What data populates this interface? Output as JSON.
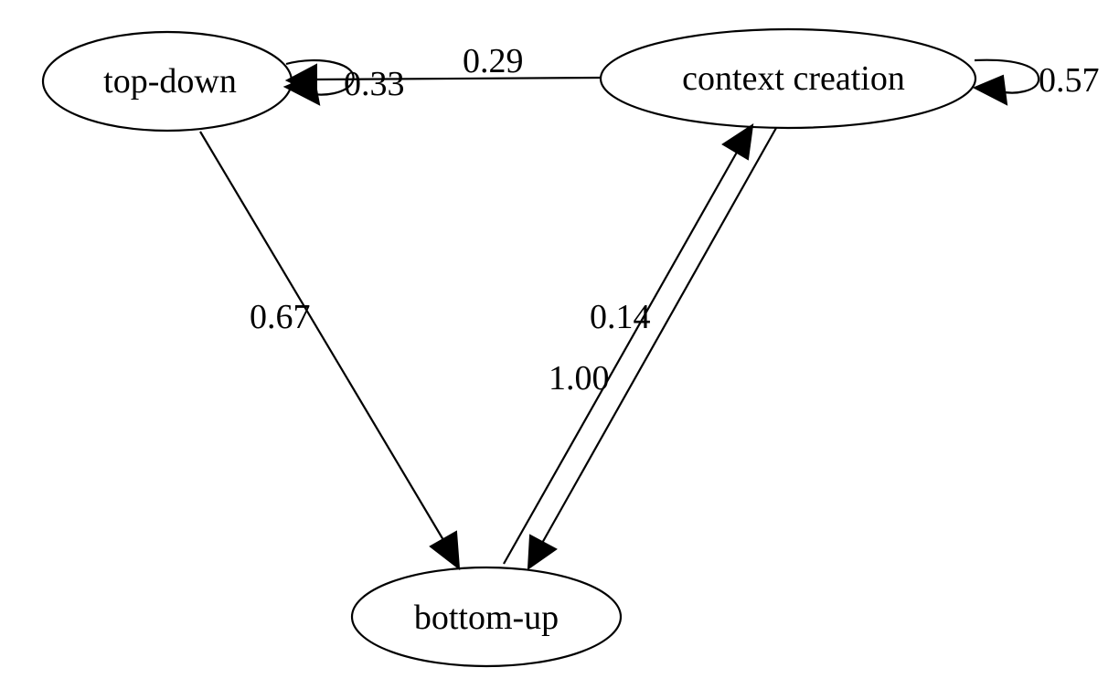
{
  "nodes": {
    "top_down": "top-down",
    "context_creation": "context creation",
    "bottom_up": "bottom-up"
  },
  "edges": {
    "top_down_self": "0.33",
    "context_to_top_down": "0.29",
    "context_self": "0.57",
    "top_down_to_bottom_up": "0.67",
    "bottom_up_to_context": "0.14",
    "context_to_bottom_up": "1.00"
  }
}
